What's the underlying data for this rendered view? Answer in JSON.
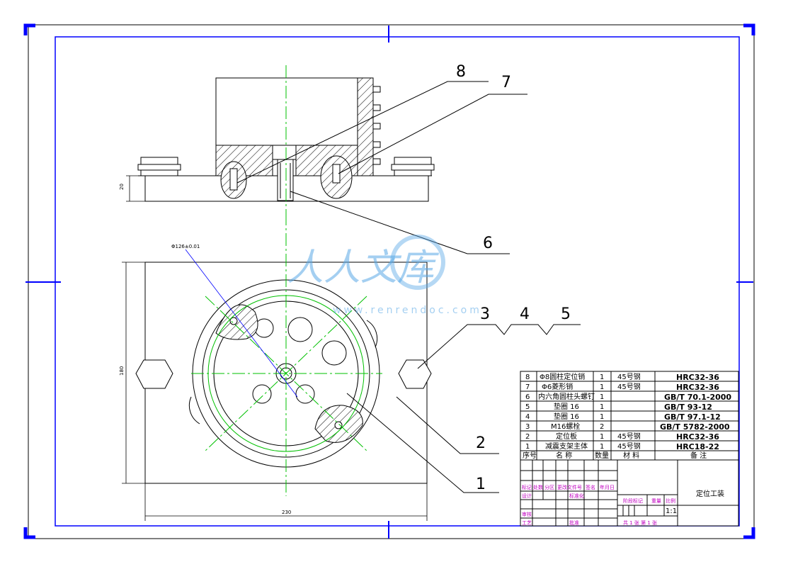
{
  "callouts": {
    "n1": "1",
    "n2": "2",
    "n3": "3",
    "n4": "4",
    "n5": "5",
    "n6": "6",
    "n7": "7",
    "n8": "8"
  },
  "dimensions": {
    "height_left": "20",
    "height_plate": "180",
    "width_plate": "230",
    "diameter_note": "Φ126±0.01"
  },
  "watermark": {
    "brand": "人人文库",
    "url": "www.renrendoc.com"
  },
  "bom": {
    "rows": [
      {
        "no": "8",
        "name": "Φ8圆柱定位销",
        "qty": "1",
        "material": "45号钢",
        "note": "HRC32-36"
      },
      {
        "no": "7",
        "name": "Φ6菱形销",
        "qty": "1",
        "material": "45号钢",
        "note": "HRC32-36"
      },
      {
        "no": "6",
        "name": "内六角圆柱头螺钉",
        "qty": "1",
        "material": "",
        "note": "GB/T 70.1-2000"
      },
      {
        "no": "5",
        "name": "垫圈 16",
        "qty": "1",
        "material": "",
        "note": "GB/T 93-12"
      },
      {
        "no": "4",
        "name": "垫圈 16",
        "qty": "1",
        "material": "",
        "note": "GB/T 97.1-12"
      },
      {
        "no": "3",
        "name": "M16螺栓",
        "qty": "2",
        "material": "",
        "note": "GB/T 5782-2000"
      },
      {
        "no": "2",
        "name": "定位板",
        "qty": "1",
        "material": "45号钢",
        "note": "HRC32-36"
      },
      {
        "no": "1",
        "name": "减震支架主体",
        "qty": "1",
        "material": "45号钢",
        "note": "HRC18-22"
      }
    ],
    "header": {
      "no": "序号",
      "name": "名 称",
      "qty": "数量",
      "material": "材 料",
      "note": "备 注"
    }
  },
  "title_block": {
    "labels": {
      "mark": "标记",
      "count": "处数",
      "zone": "分区",
      "change_doc": "更改文件号",
      "sign": "签名",
      "date": "年月日",
      "design": "设计",
      "standardize": "标准化",
      "review": "审核",
      "process": "工艺",
      "approve": "批准",
      "stage_mark": "阶段标记",
      "weight": "重量",
      "scale": "比例"
    },
    "scale_value": "1:1",
    "sheet": "共 1 张 第 1 张",
    "drawing_name": "定位工装"
  },
  "colors": {
    "frame": "#0000ff",
    "outline": "#000000",
    "centerline": "#00c000",
    "leader": "#0000ff",
    "title_text": "#c000c0",
    "watermark": "#5aa9e6"
  }
}
